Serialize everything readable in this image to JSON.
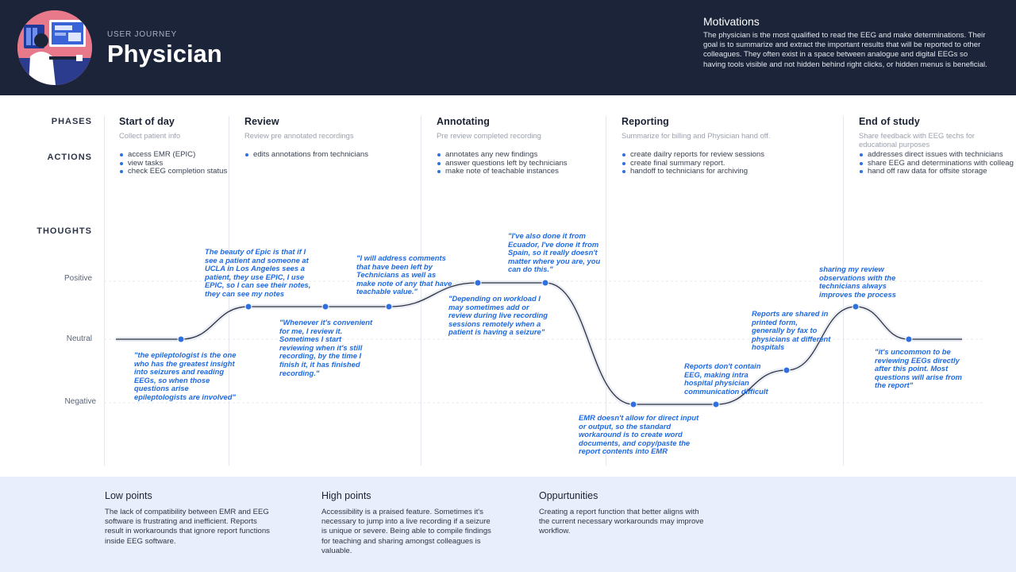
{
  "header": {
    "eyebrow": "USER JOURNEY",
    "title": "Physician",
    "motivations_title": "Motivations",
    "motivations_text": "The physician is the most qualified to read the EEG and make determinations. Their goal is to summarize and extract the important results that will be reported to other colleagues. They often exist in a space between analogue and digital EEGs so having tools visible and not hidden behind right clicks, or hidden menus is beneficial."
  },
  "labels": {
    "phases": "PHASES",
    "actions": "ACTIONS",
    "thoughts": "THOUGHTS",
    "positive": "Positive",
    "neutral": "Neutral",
    "negative": "Negative"
  },
  "phases": [
    {
      "name": "Start of day",
      "sub": "Collect patient info",
      "actions": [
        "access EMR (EPIC)",
        "view tasks",
        "check EEG completion status"
      ]
    },
    {
      "name": "Review",
      "sub": "Review pre annotated recordings",
      "actions": [
        "edits annotations from technicians"
      ]
    },
    {
      "name": "Annotating",
      "sub": "Pre review completed recording",
      "actions": [
        "annotates any new findings",
        "answer questions left by technicians",
        "make note of teachable instances"
      ]
    },
    {
      "name": "Reporting",
      "sub": "Summarize for billing and  Physician hand off.",
      "actions": [
        "create dailry reports for review sessions",
        "create final summary report.",
        "handoff to technicians for archiving"
      ]
    },
    {
      "name": "End of study",
      "sub": "Share feedback with EEG techs for educational purposes",
      "actions": [
        "addresses direct issues with technicians",
        "share EEG and determinations with colleag",
        "hand off raw data for offsite storage"
      ]
    }
  ],
  "thoughts": [
    "\"the epileptologist is the one who has the greatest insight into seizures and reading EEGs, so when those questions arise epileptologists are involved\"",
    "The beauty of Epic is that if I see a patient and someone at UCLA in Los Angeles sees a patient, they use EPIC, I use EPIC, so I can see their notes, they can see my notes",
    "\"Whenever it's convenient for me, I review it. Sometimes I start reviewing when it's still recording, by the time I finish it, it has finished recording.\"",
    "\"I will address comments that have been left by Technicians as well as make note of any that have teachable value.\"",
    "\"Depending on workload I may sometimes add or review during live recording sessions remotely when a patient is having a seizure\"",
    "\"I've also done it from Ecuador, I've done it from Spain, so it really doesn't matter where you are, you can do this.\"",
    "EMR doesn't allow for direct input or output, so  the standard workaround is to create word documents, and copy/paste the report contents into EMR",
    "Reports don't contain EEG, making intra hospital physician communication difficult",
    "Reports are shared in printed form, generally by fax to physicians at different hospitals",
    "sharing my review observations with the technicians always improves the process",
    "\"it's uncommon to be reviewing EEGs directly after this point. Most questions will arise from the report\""
  ],
  "journey_levels": [
    0,
    1,
    1,
    1,
    2,
    2,
    -2,
    -2,
    -1,
    1,
    0
  ],
  "footer": {
    "low_title": "Low points",
    "low_text": "The lack of compatibility between EMR and EEG software is frustrating and inefficient. Reports result in workarounds that ignore report functions inside EEG software.",
    "high_title": "High points",
    "high_text": "Accessibility is a praised feature. Sometimes it's necessary to jump into a live recording if a seizure is unique or severe. Being able to compile findings for teaching and sharing amongst colleagues is valuable.",
    "opp_title": "Oppurtunities",
    "opp_text": "Creating a report function that better aligns with the current necessary workarounds may improve workflow."
  },
  "colors": {
    "header_bg": "#1b2438",
    "accent": "#2f6fe0",
    "footer_bg": "#e8eefb",
    "avatar_bg": "#e7798a"
  }
}
